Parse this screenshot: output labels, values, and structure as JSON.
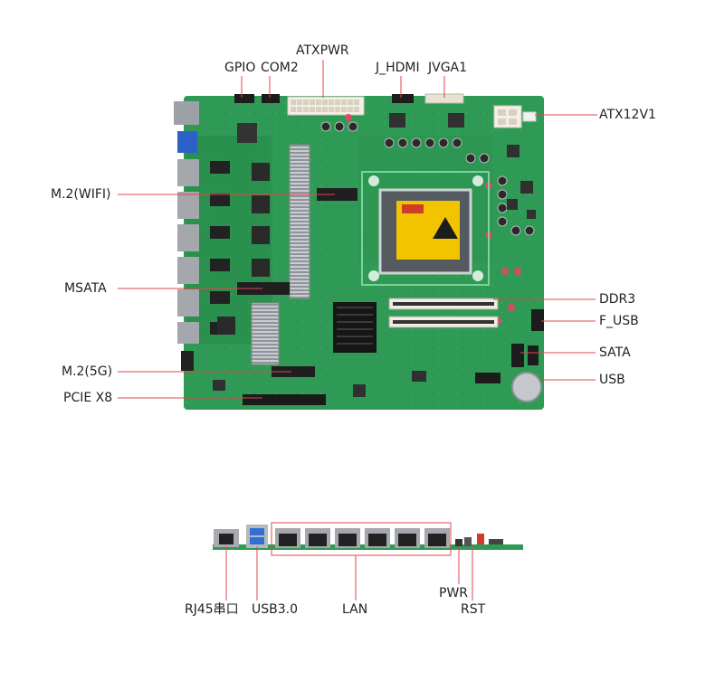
{
  "labels": {
    "gpio": "GPIO",
    "com2": "COM2",
    "atxpwr": "ATXPWR",
    "j_hdmi": "J_HDMI",
    "jvga1": "JVGA1",
    "atx12v1": "ATX12V1",
    "m2_wifi": "M.2(WIFI)",
    "msata": "MSATA",
    "ddr3": "DDR3",
    "f_usb": "F_USB",
    "sata": "SATA",
    "usb": "USB",
    "m2_5g": "M.2(5G)",
    "pcie_x8": "PCIE X8",
    "rj45": "RJ45串口",
    "usb30": "USB3.0",
    "lan": "LAN",
    "pwr": "PWR",
    "rst": "RST"
  },
  "colors": {
    "pcb": "#2f9a55",
    "pcb_dark": "#1e7a3f",
    "leader": "#e0474c",
    "heatsink": "#b9bcc2",
    "connector_black": "#1c1c1c",
    "usb_blue": "#2f6fd6",
    "cpu_warning": "#f2c400"
  }
}
